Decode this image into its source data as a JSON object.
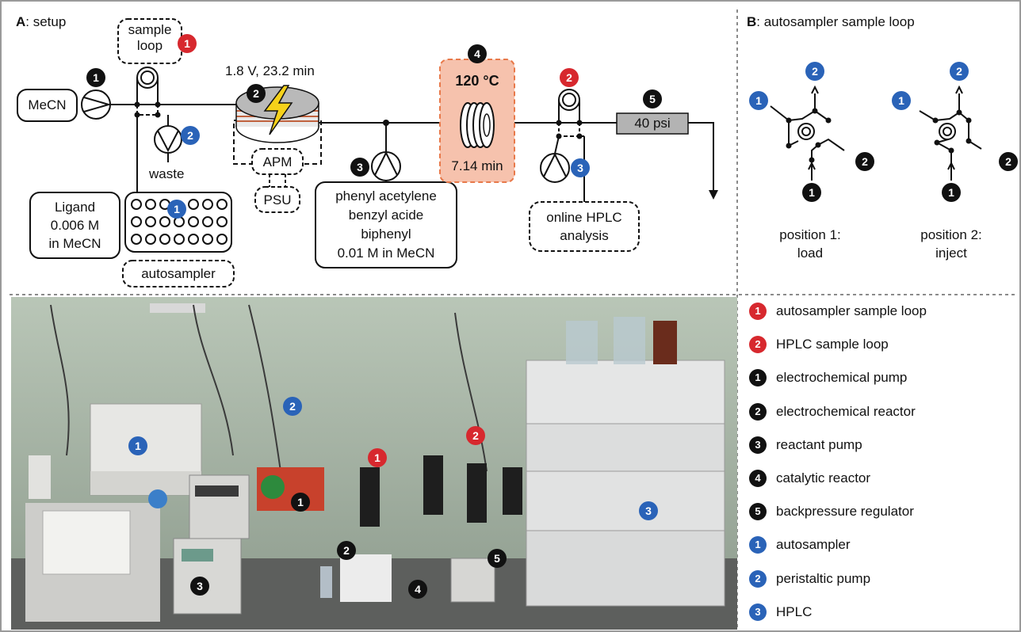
{
  "panel_a": {
    "letter": "A",
    "title": ": setup"
  },
  "panel_b": {
    "letter": "B",
    "title": ": autosampler sample loop"
  },
  "scheme": {
    "mecn": "MeCN",
    "sample_loop": [
      "sample",
      "loop"
    ],
    "reactor_conditions": "1.8 V, 23.2 min",
    "waste": "waste",
    "apm": "APM",
    "psu": "PSU",
    "ligand": [
      "Ligand",
      "0.006 M",
      "in MeCN"
    ],
    "autosampler": "autosampler",
    "reactants": [
      "phenyl acetylene",
      "benzyl acide",
      "biphenyl",
      "0.01 M in MeCN"
    ],
    "temperature": "120 °C",
    "residence_time": "7.14 min",
    "backpressure": "40 psi",
    "hplc": [
      "online HPLC",
      "analysis"
    ]
  },
  "valve_positions": [
    {
      "line1": "position 1:",
      "line2": "load"
    },
    {
      "line1": "position 2:",
      "line2": "inject"
    }
  ],
  "legend": [
    {
      "num": "1",
      "color": "red",
      "label": "autosampler sample loop"
    },
    {
      "num": "2",
      "color": "red",
      "label": "HPLC sample loop"
    },
    {
      "num": "1",
      "color": "black",
      "label": "electrochemical pump"
    },
    {
      "num": "2",
      "color": "black",
      "label": "electrochemical reactor"
    },
    {
      "num": "3",
      "color": "black",
      "label": "reactant pump"
    },
    {
      "num": "4",
      "color": "black",
      "label": "catalytic reactor"
    },
    {
      "num": "5",
      "color": "black",
      "label": "backpressure regulator"
    },
    {
      "num": "1",
      "color": "blue",
      "label": "autosampler"
    },
    {
      "num": "2",
      "color": "blue",
      "label": "peristaltic pump"
    },
    {
      "num": "3",
      "color": "blue",
      "label": "HPLC"
    }
  ],
  "colors": {
    "red": "#d7282e",
    "black": "#111111",
    "blue": "#2a63b8",
    "reactor_fill": "#f6c2ad",
    "reactor_border": "#e8794a"
  }
}
